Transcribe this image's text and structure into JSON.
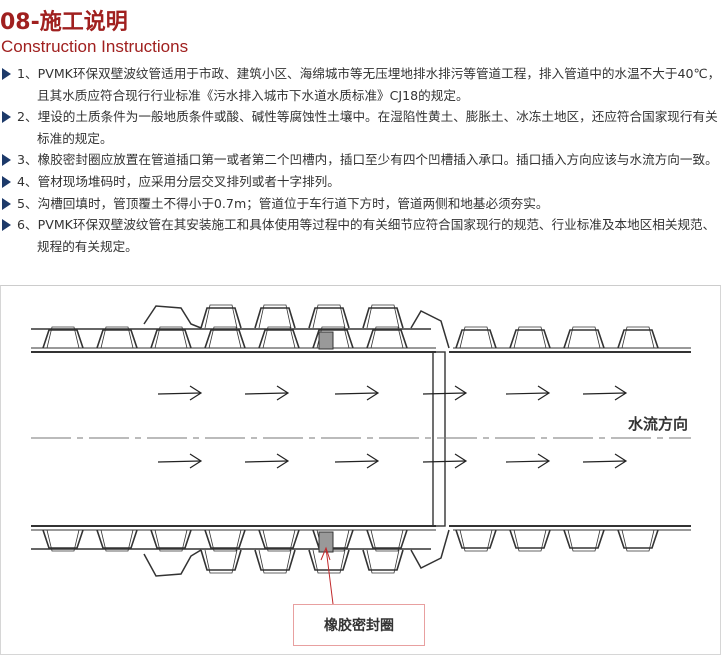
{
  "header": {
    "title": "08-施工说明",
    "subtitle": "Construction Instructions"
  },
  "instructions": [
    "1、PVMK环保双壁波纹管适用于市政、建筑小区、海绵城市等无压埋地排水排污等管道工程，排入管道中的水温不大于40℃，且其水质应符合现行行业标准《污水排入城市下水道水质标准》CJ18的规定。",
    "2、埋设的土质条件为一般地质条件或酸、碱性等腐蚀性土壤中。在湿陷性黄土、膨胀土、冰冻土地区，还应符合国家现行有关标准的规定。",
    "3、橡胶密封圈应放置在管道插口第一或者第二个凹槽内，插口至少有四个凹槽插入承口。插口插入方向应该与水流方向一致。",
    "4、管材现场堆码时，应采用分层交叉排列或者十字排列。",
    "5、沟槽回填时，管顶覆土不得小于0.7m；管道位于车行道下方时，管道两侧和地基必须夯实。",
    "6、PVMK环保双壁波纹管在其安装施工和具体使用等过程中的有关细节应符合国家现行的规范、行业标准及本地区相关规范、规程的有关规定。"
  ],
  "diagram": {
    "flow_label": "水流方向",
    "seal_label": "橡胶密封圈"
  },
  "colors": {
    "accent": "#a0201f",
    "bullet": "#1d3a6a",
    "leader_line": "#c0282a"
  }
}
